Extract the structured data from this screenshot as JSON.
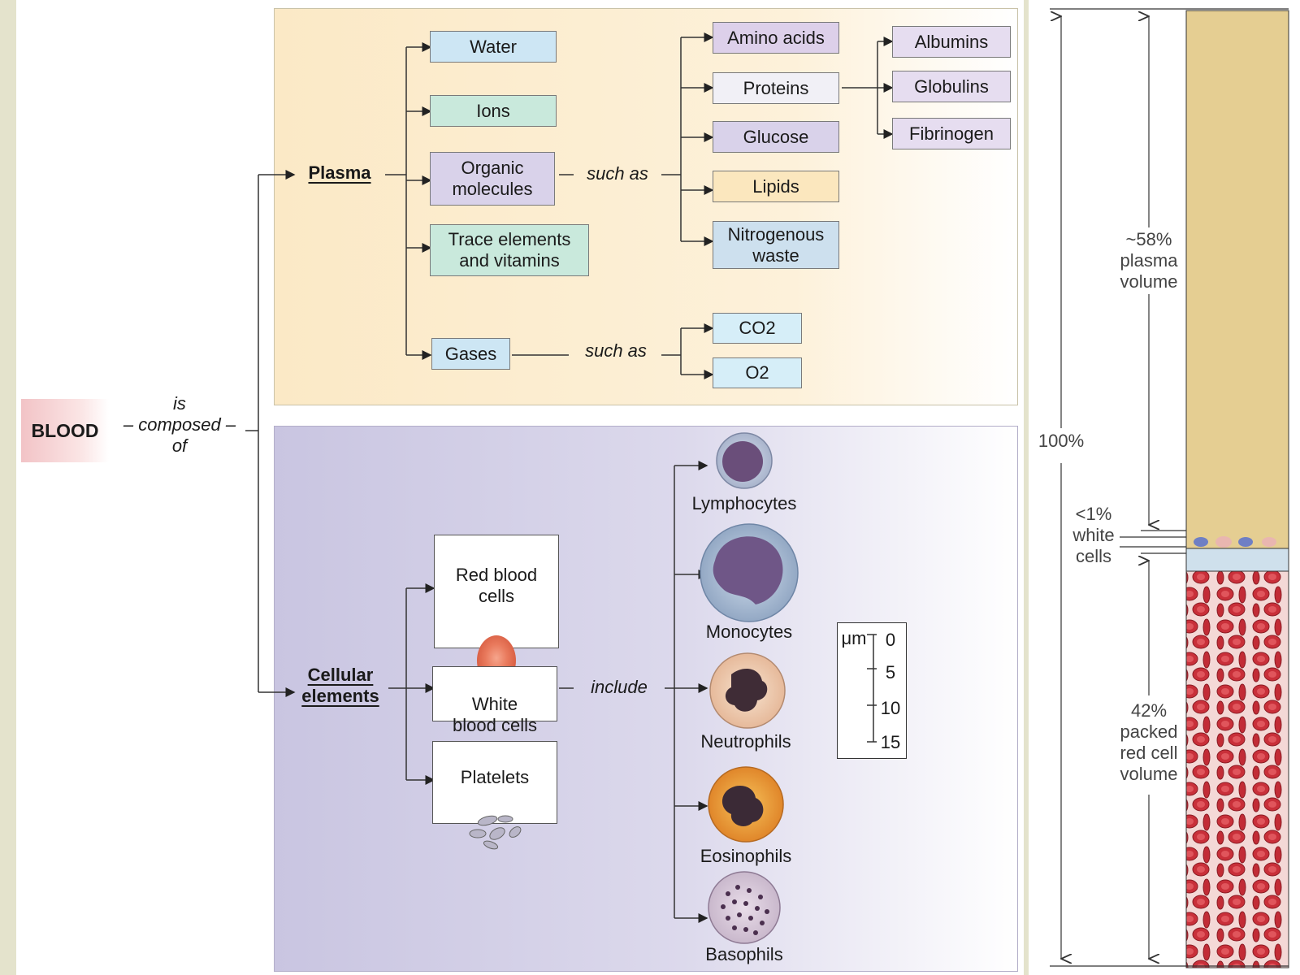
{
  "blood": {
    "label": "BLOOD",
    "connector": "is\n– composed –\nof"
  },
  "plasma": {
    "title": "Plasma",
    "components": [
      "Water",
      "Ions",
      "Organic\nmolecules",
      "Trace elements\nand vitamins",
      "Gases"
    ],
    "organic_such_as": "such as",
    "organic_examples": [
      "Amino acids",
      "Proteins",
      "Glucose",
      "Lipids",
      "Nitrogenous\nwaste"
    ],
    "protein_types": [
      "Albumins",
      "Globulins",
      "Fibrinogen"
    ],
    "gases_such_as": "such as",
    "gas_examples": [
      "CO2",
      "O2"
    ]
  },
  "cellular": {
    "title": "Cellular\nelements",
    "components": [
      "Red blood\ncells",
      "White\nblood cells",
      "Platelets"
    ],
    "include": "include",
    "white_types": [
      "Lymphocytes",
      "Monocytes",
      "Neutrophils",
      "Eosinophils",
      "Basophils"
    ]
  },
  "scale_bar": {
    "unit": "μm",
    "ticks": [
      "0",
      "5",
      "10",
      "15"
    ]
  },
  "hematocrit": {
    "total": "100%",
    "plasma_label": "~58%\nplasma\nvolume",
    "white_label": "<1%\nwhite\ncells",
    "red_label": "42%\npacked\nred cell\nvolume",
    "plasma_fraction": 0.58,
    "white_fraction": 0.01,
    "red_fraction": 0.42
  }
}
